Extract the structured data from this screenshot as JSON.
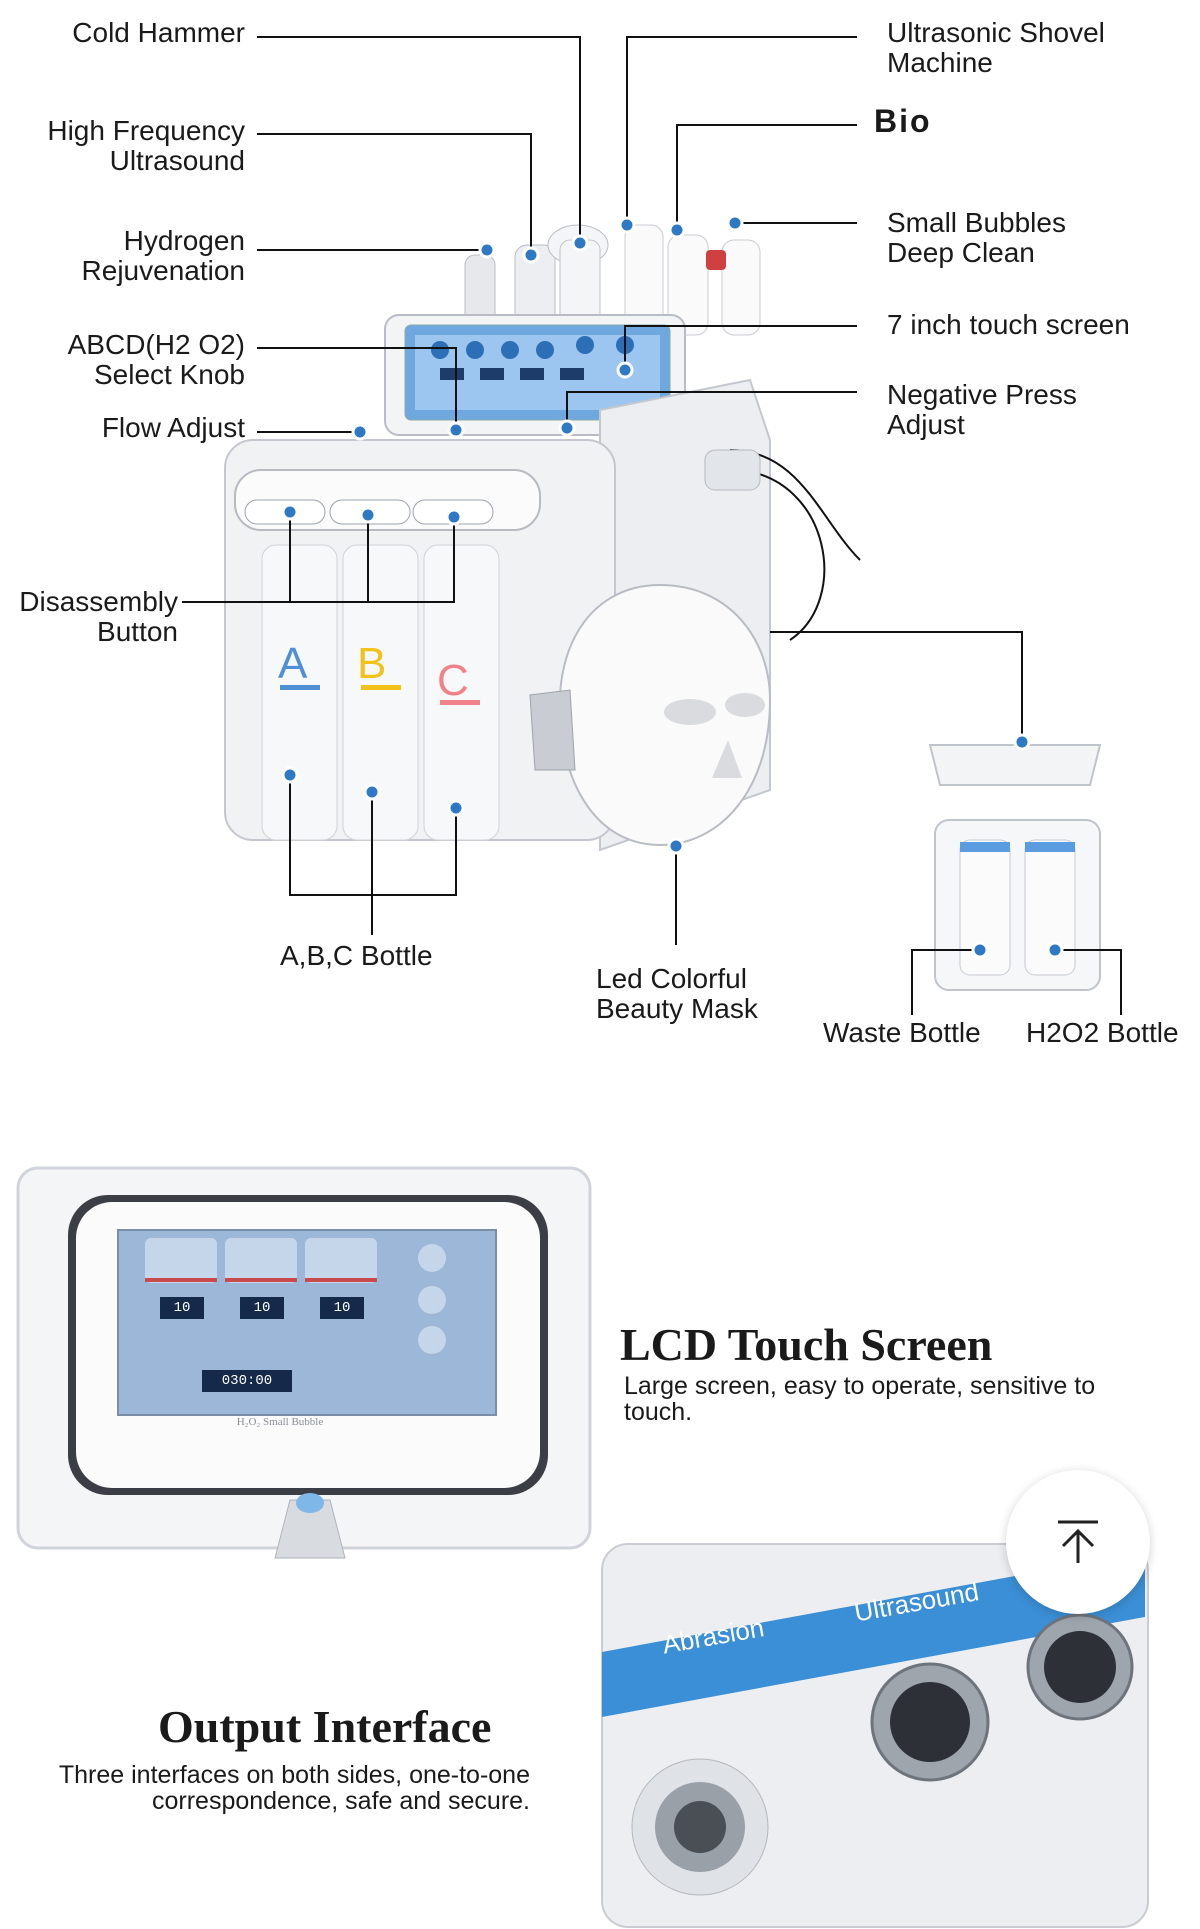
{
  "labels": {
    "cold_hammer": "Cold Hammer",
    "high_freq_1": "High Frequency",
    "high_freq_2": "Ultrasound",
    "hydrogen_1": "Hydrogen",
    "hydrogen_2": "Rejuvenation",
    "abcd_1": "ABCD(H2 O2)",
    "abcd_2": "Select Knob",
    "flow_adjust": "Flow Adjust",
    "disassembly_1": "Disassembly",
    "disassembly_2": "Button",
    "abc_bottle": "A,B,C Bottle",
    "mask_1": "Led Colorful",
    "mask_2": "Beauty Mask",
    "ultrasonic_1": "Ultrasonic Shovel",
    "ultrasonic_2": "Machine",
    "bio": "Bio",
    "bubbles_1": "Small Bubbles",
    "bubbles_2": "Deep Clean",
    "touch_screen": "7 inch touch screen",
    "negative_1": "Negative Press",
    "negative_2": "Adjust",
    "waste_bottle": "Waste Bottle",
    "h2o2_bottle": "H2O2 Bottle"
  },
  "bottles": [
    "A",
    "B",
    "C"
  ],
  "lcd": {
    "title": "LCD Touch Screen",
    "description": "Large screen, easy to operate, sensitive to touch.",
    "values": [
      "10",
      "10",
      "10"
    ],
    "timer": "030:00",
    "brand": "H₂O₂ Small Bubble"
  },
  "output": {
    "title": "Output Interface",
    "description_1": "Three interfaces on both sides, one-to-one",
    "description_2": "correspondence, safe and secure.",
    "port_labels": [
      "Abrasion",
      "Ultrasound"
    ]
  },
  "colors": {
    "accent_blue": "#2f78c4",
    "band_blue": "#3b8fd6",
    "machine_white": "#f2f3f5"
  },
  "icons": {
    "scroll_top": "arrow-up-to-top-icon"
  }
}
